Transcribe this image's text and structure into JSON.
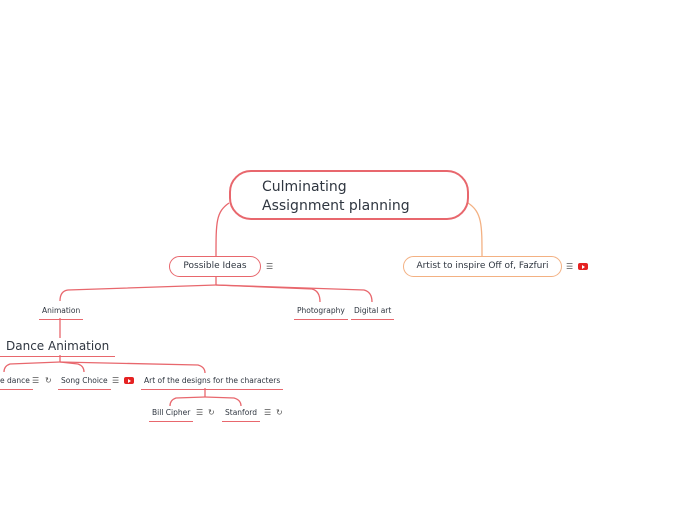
{
  "map": {
    "root": {
      "line1": "Culminating",
      "line2": "Assignment planning"
    },
    "possible_ideas": "Possible Ideas",
    "artist": "Artist to inspire Off of, Fazfuri",
    "animation": "Animation",
    "photography": "Photography",
    "digital_art": "Digital art",
    "dance_animation": "Dance Animation",
    "the_dance": "e dance",
    "song_choice": "Song Choice",
    "art_designs": "Art of the designs for the characters",
    "bill_cipher": "Bill Cipher",
    "stanford": "Stanford"
  },
  "icons": {
    "notes": "notes-icon",
    "link": "link-icon",
    "youtube": "youtube-icon"
  },
  "colors": {
    "branch": "#e8676d",
    "branch_secondary": "#f3b183",
    "youtube": "#e52222"
  }
}
